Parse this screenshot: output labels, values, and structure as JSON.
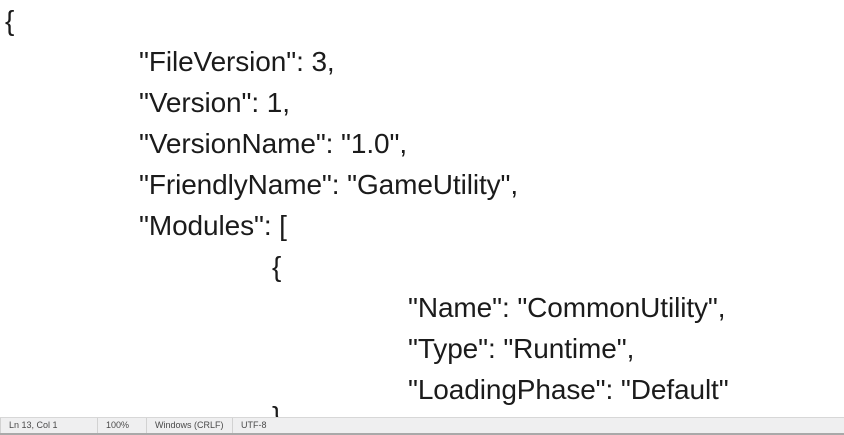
{
  "editor": {
    "language": "json",
    "text_color": "#1b1b1b",
    "background_color": "#ffffff",
    "lines": [
      {
        "indent": 0,
        "text": "{"
      },
      {
        "indent": 1,
        "text": "\"FileVersion\": 3,"
      },
      {
        "indent": 1,
        "text": "\"Version\": 1,"
      },
      {
        "indent": 1,
        "text": "\"VersionName\": \"1.0\","
      },
      {
        "indent": 1,
        "text": "\"FriendlyName\": \"GameUtility\","
      },
      {
        "indent": 1,
        "text": "\"Modules\": ["
      },
      {
        "indent": 2,
        "text": "{"
      },
      {
        "indent": 3,
        "text": "\"Name\": \"CommonUtility\","
      },
      {
        "indent": 3,
        "text": "\"Type\": \"Runtime\","
      },
      {
        "indent": 3,
        "text": "\"LoadingPhase\": \"Default\""
      },
      {
        "indent": 2,
        "text": "}"
      }
    ]
  },
  "status_bar": {
    "background_color": "#efeff0",
    "text_color": "#4a4a4a",
    "cursor_position": "Ln 13, Col 1",
    "zoom": "100%",
    "line_ending": "Windows (CRLF)",
    "encoding": "UTF-8"
  }
}
